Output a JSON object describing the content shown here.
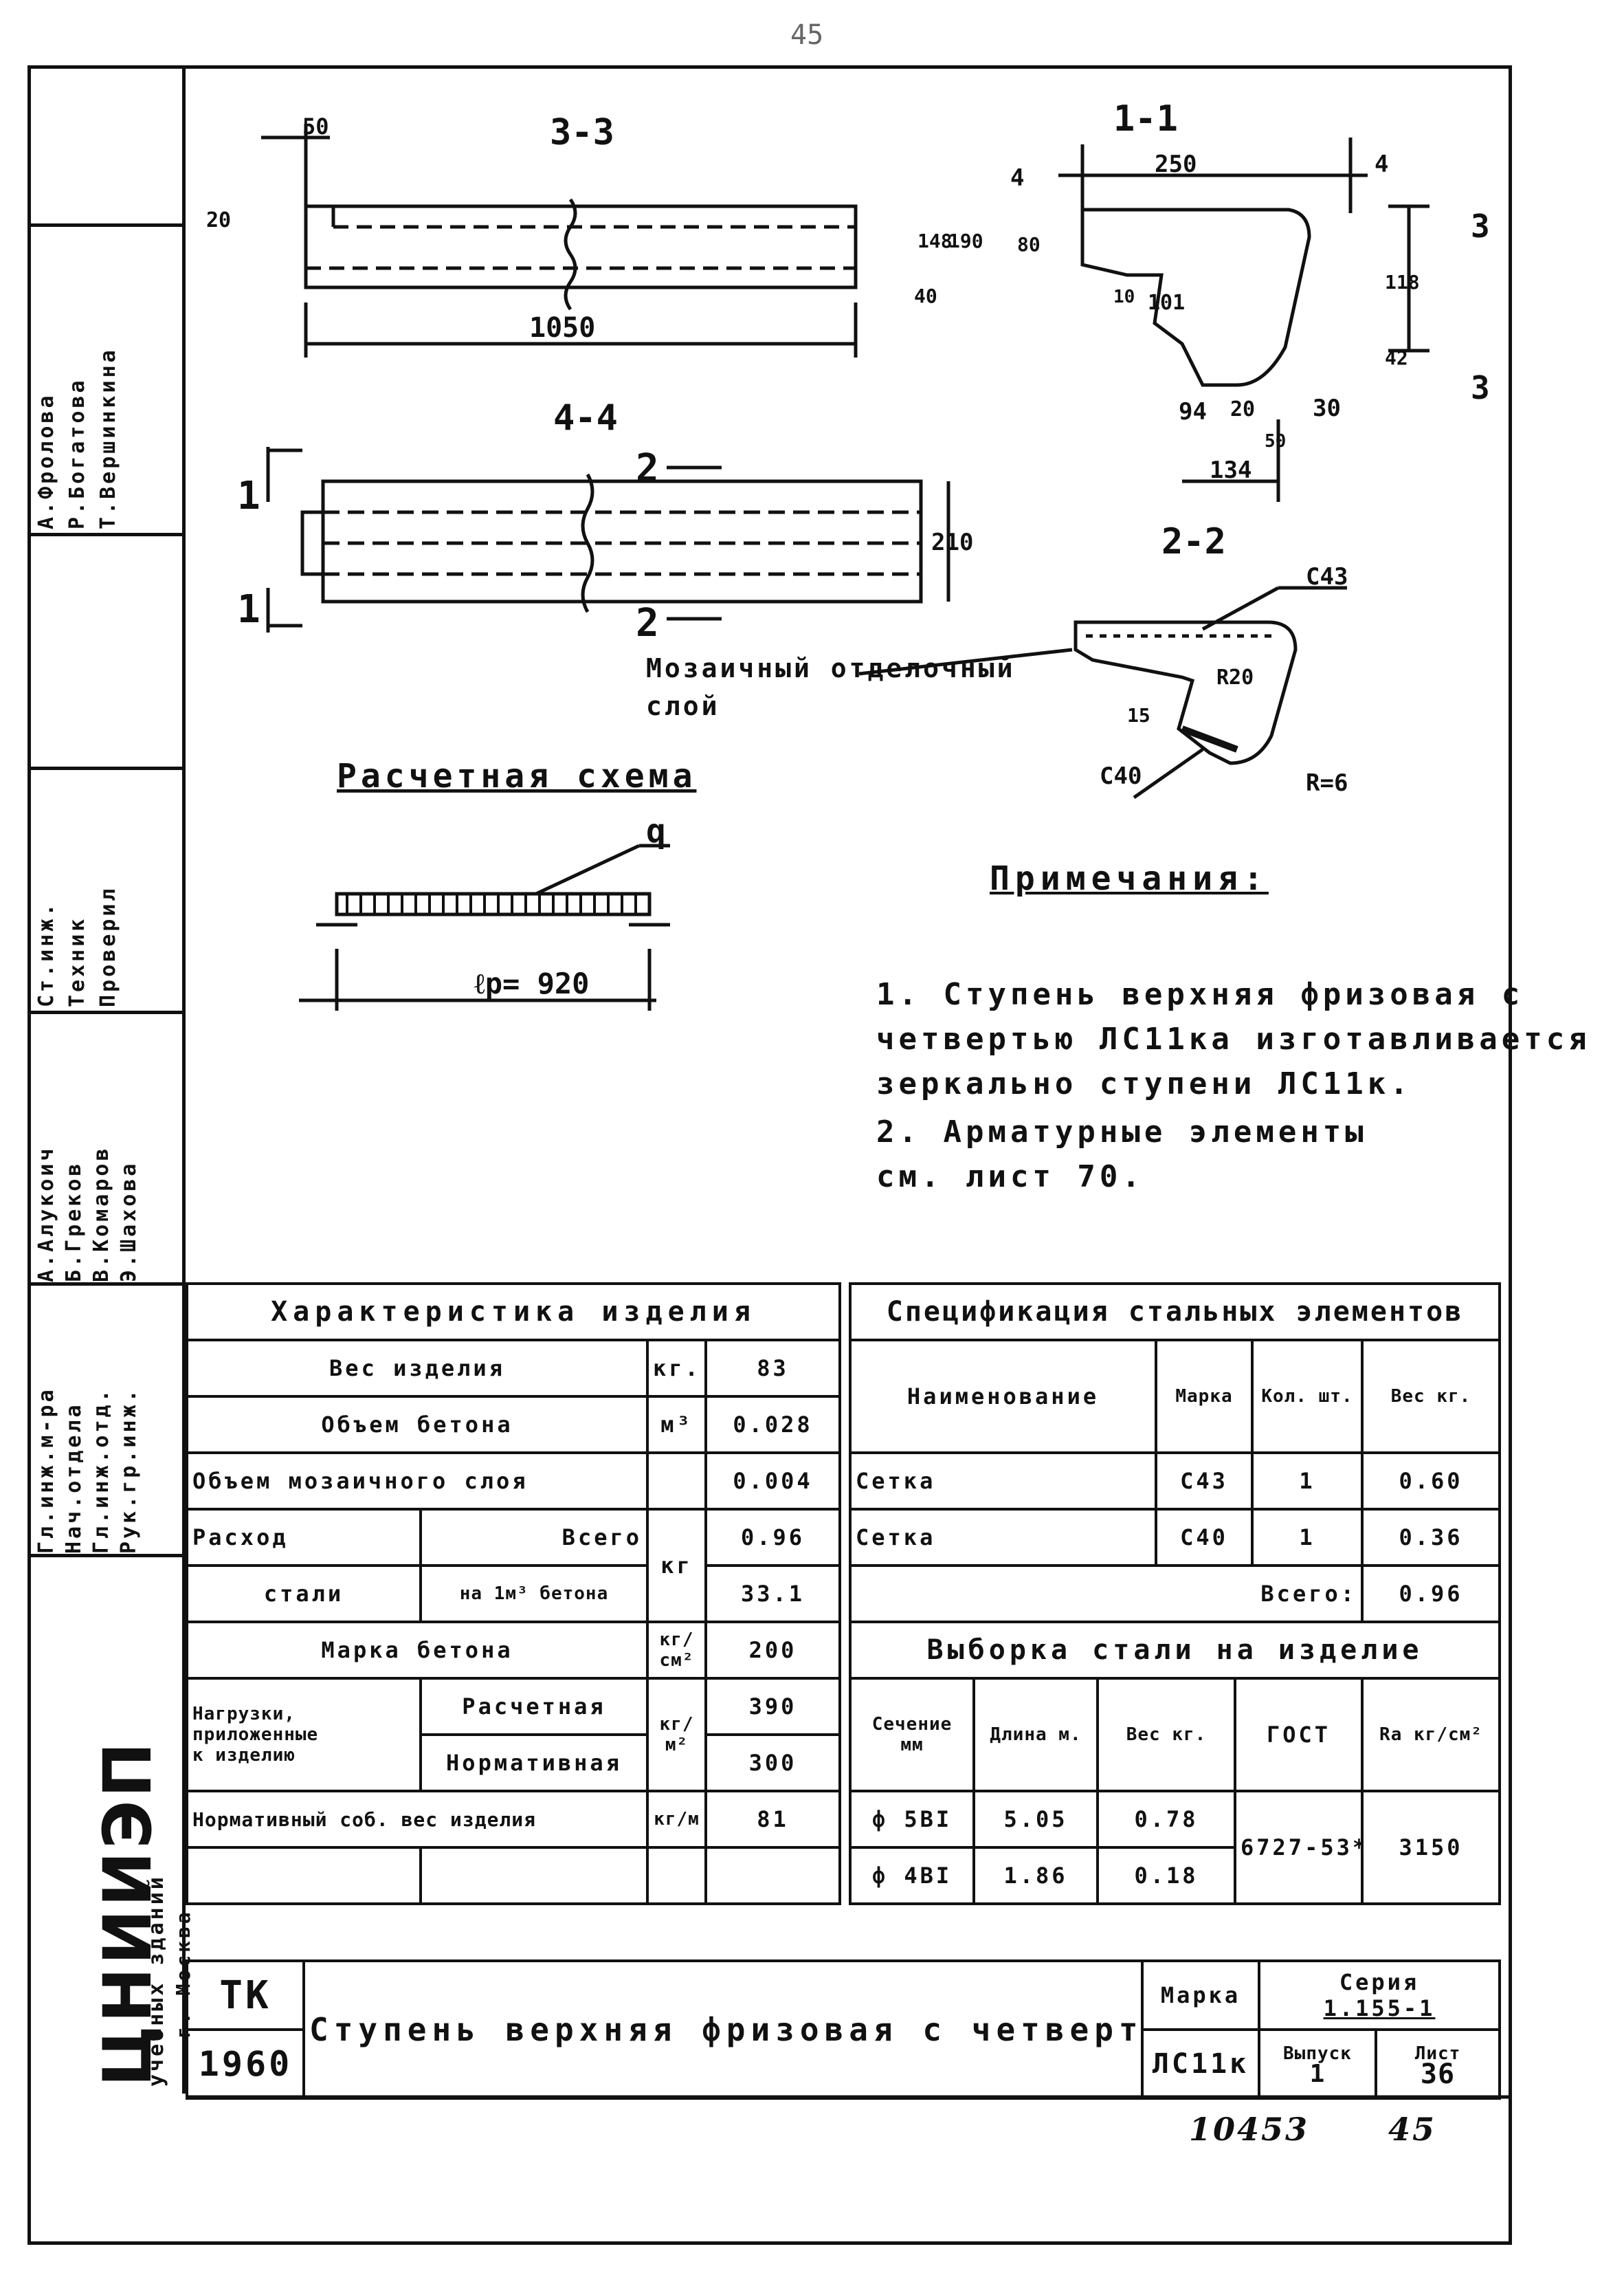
{
  "page_number": "45",
  "drawing": {
    "sections": {
      "s33": "3-3",
      "s44": "4-4",
      "s11": "1-1",
      "s22": "2-2",
      "mark1": "1",
      "mark2": "2"
    },
    "dims": {
      "d50": "50",
      "d20": "20",
      "d148": "148",
      "d190": "190",
      "d40": "40",
      "d1050": "1050",
      "d210": "210",
      "d4": "4",
      "d250": "250",
      "d3": "3",
      "d80": "80",
      "d10": "10",
      "d101": "101",
      "d118": "118",
      "d42": "42",
      "d94": "94",
      "d20b": "20",
      "d30": "30",
      "d50b": "50",
      "d134": "134",
      "d15": "15",
      "r20": "R20",
      "r6": "R=6",
      "c43": "С43",
      "c40": "С40"
    },
    "mosaic_label_1": "Мозаичный отделочный",
    "mosaic_label_2": "слой"
  },
  "calc_scheme": {
    "title": "Расчетная схема",
    "load": "q",
    "span": "ℓp= 920"
  },
  "notes": {
    "title": "Примечания:",
    "lines": [
      "1. Ступень верхняя фризовая с",
      "четвертью ЛС11ка изготавливается",
      "зеркально ступени ЛС11к.",
      "2. Арматурные элементы",
      "см. лист 70."
    ]
  },
  "characteristics": {
    "title": "Характеристика изделия",
    "weight_label": "Вес изделия",
    "weight_unit": "кг.",
    "weight_value": "83",
    "concrete_vol_label": "Объем бетона",
    "concrete_vol_unit": "м³",
    "concrete_vol_value": "0.028",
    "mosaic_vol_label": "Объем мозаичного слоя",
    "mosaic_vol_value": "0.004",
    "steel_label_1": "Расход",
    "steel_label_2": "стали",
    "steel_total_label": "Всего",
    "steel_per_m3_label": "на 1м³ бетона",
    "steel_unit": "кг",
    "steel_total_value": "0.96",
    "steel_per_m3_value": "33.1",
    "concrete_grade_label": "Марка бетона",
    "concrete_grade_unit": "кг/см²",
    "concrete_grade_value": "200",
    "loads_label_1": "Нагрузки,",
    "loads_label_2": "приложенные",
    "loads_label_3": "к изделию",
    "load_calc_label": "Расчетная",
    "load_norm_label": "Нормативная",
    "load_unit": "кг/м²",
    "load_calc_value": "390",
    "load_norm_value": "300",
    "self_weight_label": "Нормативный соб. вес изделия",
    "self_weight_unit": "кг/м",
    "self_weight_value": "81"
  },
  "spec": {
    "title": "Спецификация стальных элементов",
    "headers": [
      "Наименование",
      "Марка",
      "Кол. шт.",
      "Вес кг."
    ],
    "rows": [
      {
        "name": "Сетка",
        "mark": "С43",
        "qty": "1",
        "weight": "0.60"
      },
      {
        "name": "Сетка",
        "mark": "С40",
        "qty": "1",
        "weight": "0.36"
      }
    ],
    "total_label": "Всего:",
    "total_value": "0.96"
  },
  "steel_sample": {
    "title": "Выборка стали на изделие",
    "headers": [
      "Сечение мм",
      "Длина м.",
      "Вес кг.",
      "ГОСТ",
      "Ra кг/см²"
    ],
    "rows": [
      {
        "section": "ф 5ВI",
        "length": "5.05",
        "weight": "0.78"
      },
      {
        "section": "ф 4ВI",
        "length": "1.86",
        "weight": "0.18"
      }
    ],
    "gost": "6727-53*",
    "ra": "3150"
  },
  "title_block": {
    "org": "ЦНИИЭП",
    "org_sub_1": "учебных зданий",
    "org_sub_2": "г. Москва",
    "tk": "ТК",
    "year": "1960",
    "product_name": "Ступень верхняя фризовая с четвертью",
    "mark_label": "Марка",
    "mark_value": "ЛС11к",
    "series_label": "Серия",
    "series_value": "1.155-1",
    "issue_label": "Выпуск",
    "issue_value": "1",
    "sheet_label": "Лист",
    "sheet_value": "36"
  },
  "inventory_number": "10453",
  "footer_page": "45",
  "stamp": {
    "roles": [
      "Гл.инж.м-ра",
      "Нач.отдела",
      "Гл.инж.отд.",
      "Рук.гр.инж."
    ],
    "role_names": [
      "А.Алукоич",
      "Б.Греков",
      "В.Комаров",
      "Э.Шахова"
    ],
    "role2": [
      "Ст.инж.",
      "Техник",
      "Проверил"
    ],
    "role2_names": [
      "А.Фролова",
      "Р.Богатова",
      "Т.Вершинкина"
    ]
  }
}
